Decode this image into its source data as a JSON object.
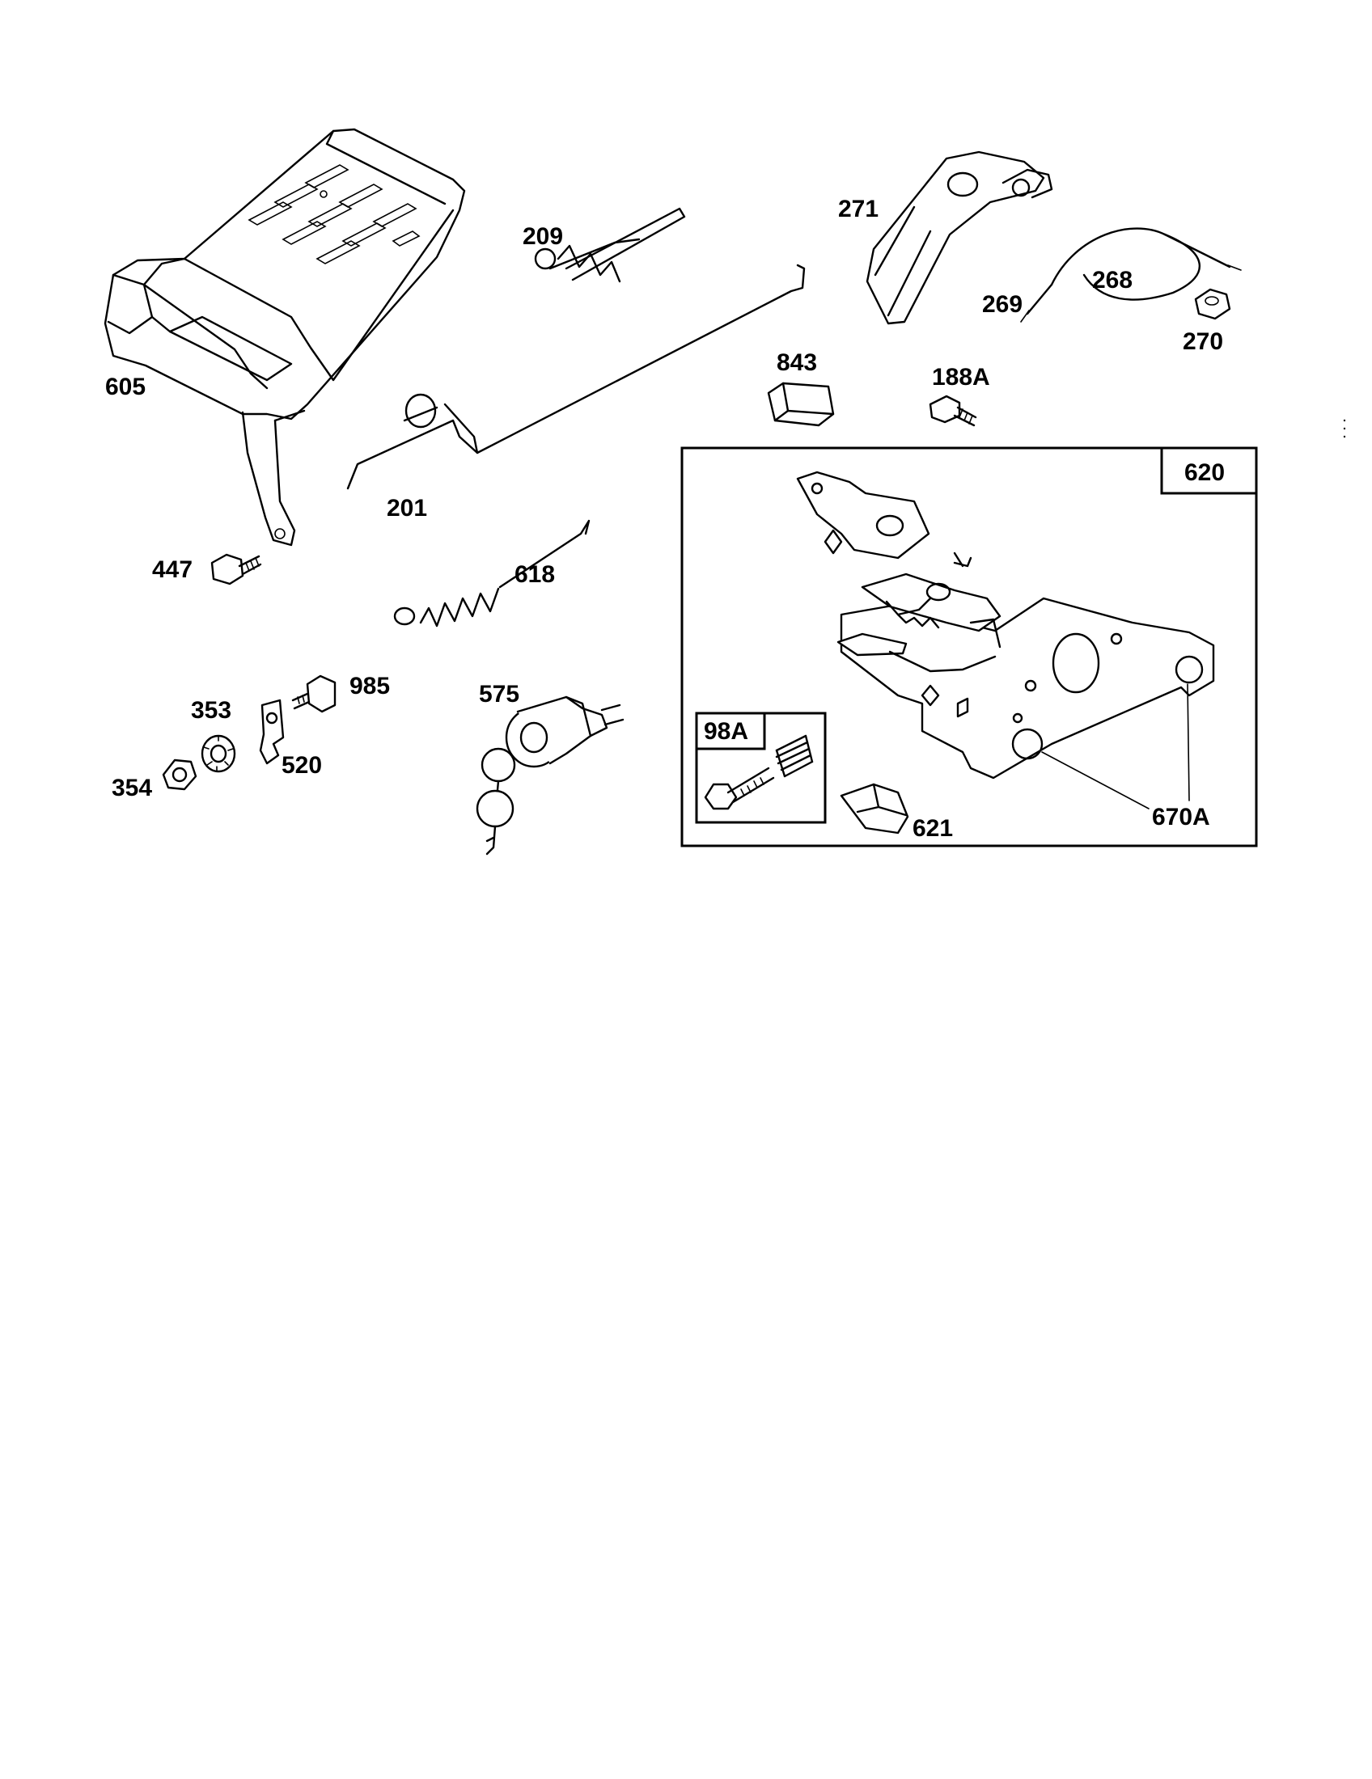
{
  "labels": {
    "p605": "605",
    "p209": "209",
    "p271": "271",
    "p269": "269",
    "p268": "268",
    "p270": "270",
    "p843": "843",
    "p188A": "188A",
    "p201": "201",
    "p447": "447",
    "p618": "618",
    "p620": "620",
    "p353": "353",
    "p985": "985",
    "p575": "575",
    "p520": "520",
    "p354": "354",
    "p98A": "98A",
    "p621": "621",
    "p670A": "670A"
  }
}
